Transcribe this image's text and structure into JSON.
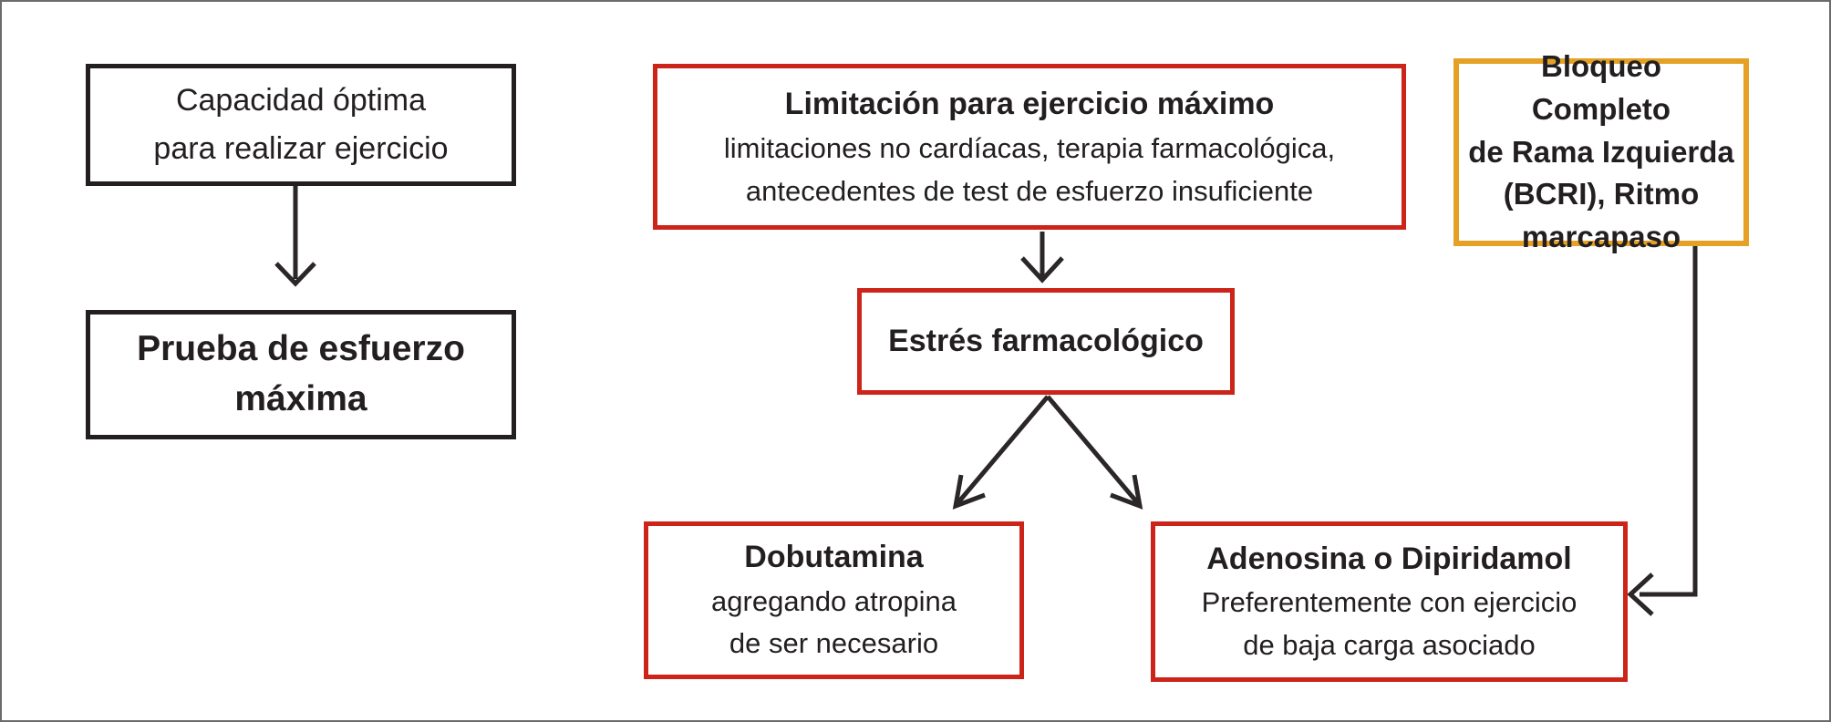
{
  "diagram": {
    "description_colors": {
      "box_black_border": "#231f20",
      "box_red_border": "#cc2418",
      "box_orange_border": "#e5a125",
      "arrow_line": "#2b2627",
      "text": "#231f20",
      "background": "#ffffff",
      "outer_frame": "#6b6b6b"
    },
    "nodes": {
      "capacidad": {
        "label": "Capacidad óptima\npara realizar ejercicio"
      },
      "prueba": {
        "label": "Prueba de esfuerzo\nmáxima"
      },
      "limitacion": {
        "title": "Limitación para ejercicio máximo",
        "body": "limitaciones no cardíacas, terapia farmacológica,\nantecedentes de test de esfuerzo insuficiente"
      },
      "estres": {
        "label": "Estrés farmacológico"
      },
      "dobutamina": {
        "title": "Dobutamina",
        "body": "agregando atropina\nde ser necesario"
      },
      "adenosina": {
        "title": "Adenosina o Dipiridamol",
        "body": "Preferentemente con ejercicio\nde baja carga asociado"
      },
      "bloqueo": {
        "label": "Bloqueo Completo\nde Rama Izquierda\n(BCRI), Ritmo\nmarcapaso"
      }
    },
    "edges": [
      {
        "from": "capacidad",
        "to": "prueba",
        "style": "straight-down"
      },
      {
        "from": "limitacion",
        "to": "estres",
        "style": "straight-down"
      },
      {
        "from": "estres",
        "to": "dobutamina",
        "style": "diagonal-down-left"
      },
      {
        "from": "estres",
        "to": "adenosina",
        "style": "diagonal-down-right"
      },
      {
        "from": "bloqueo",
        "to": "adenosina",
        "style": "elbow-down-left"
      }
    ]
  }
}
